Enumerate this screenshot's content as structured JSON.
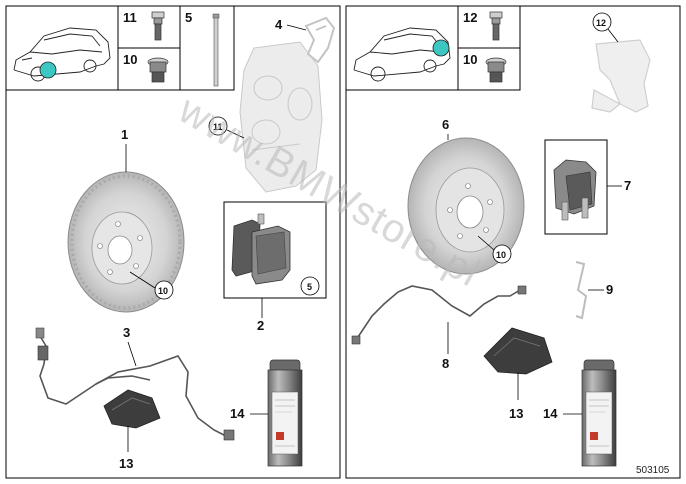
{
  "panels": {
    "left": {
      "header_labels": [
        "11",
        "10",
        "5"
      ],
      "part_labels": [
        "1",
        "2",
        "3",
        "4",
        "13",
        "14"
      ],
      "circled_labels": [
        "11",
        "10",
        "5"
      ]
    },
    "right": {
      "header_labels": [
        "12",
        "10"
      ],
      "part_labels": [
        "6",
        "7",
        "8",
        "9",
        "13",
        "14"
      ],
      "circled_labels": [
        "12",
        "10"
      ]
    }
  },
  "watermark": "www.BMWstore.pl",
  "document_number": "503105",
  "colors": {
    "line": "#000000",
    "part_fill": "#d9d9d9",
    "part_dark": "#6b6b6b",
    "marker": "#3cc7c2",
    "watermark": "#b9b9b9"
  },
  "icons": [
    "car-outline-icon",
    "location-marker-icon",
    "bolt-icon",
    "plug-icon",
    "pin-icon",
    "spray-can-icon"
  ]
}
